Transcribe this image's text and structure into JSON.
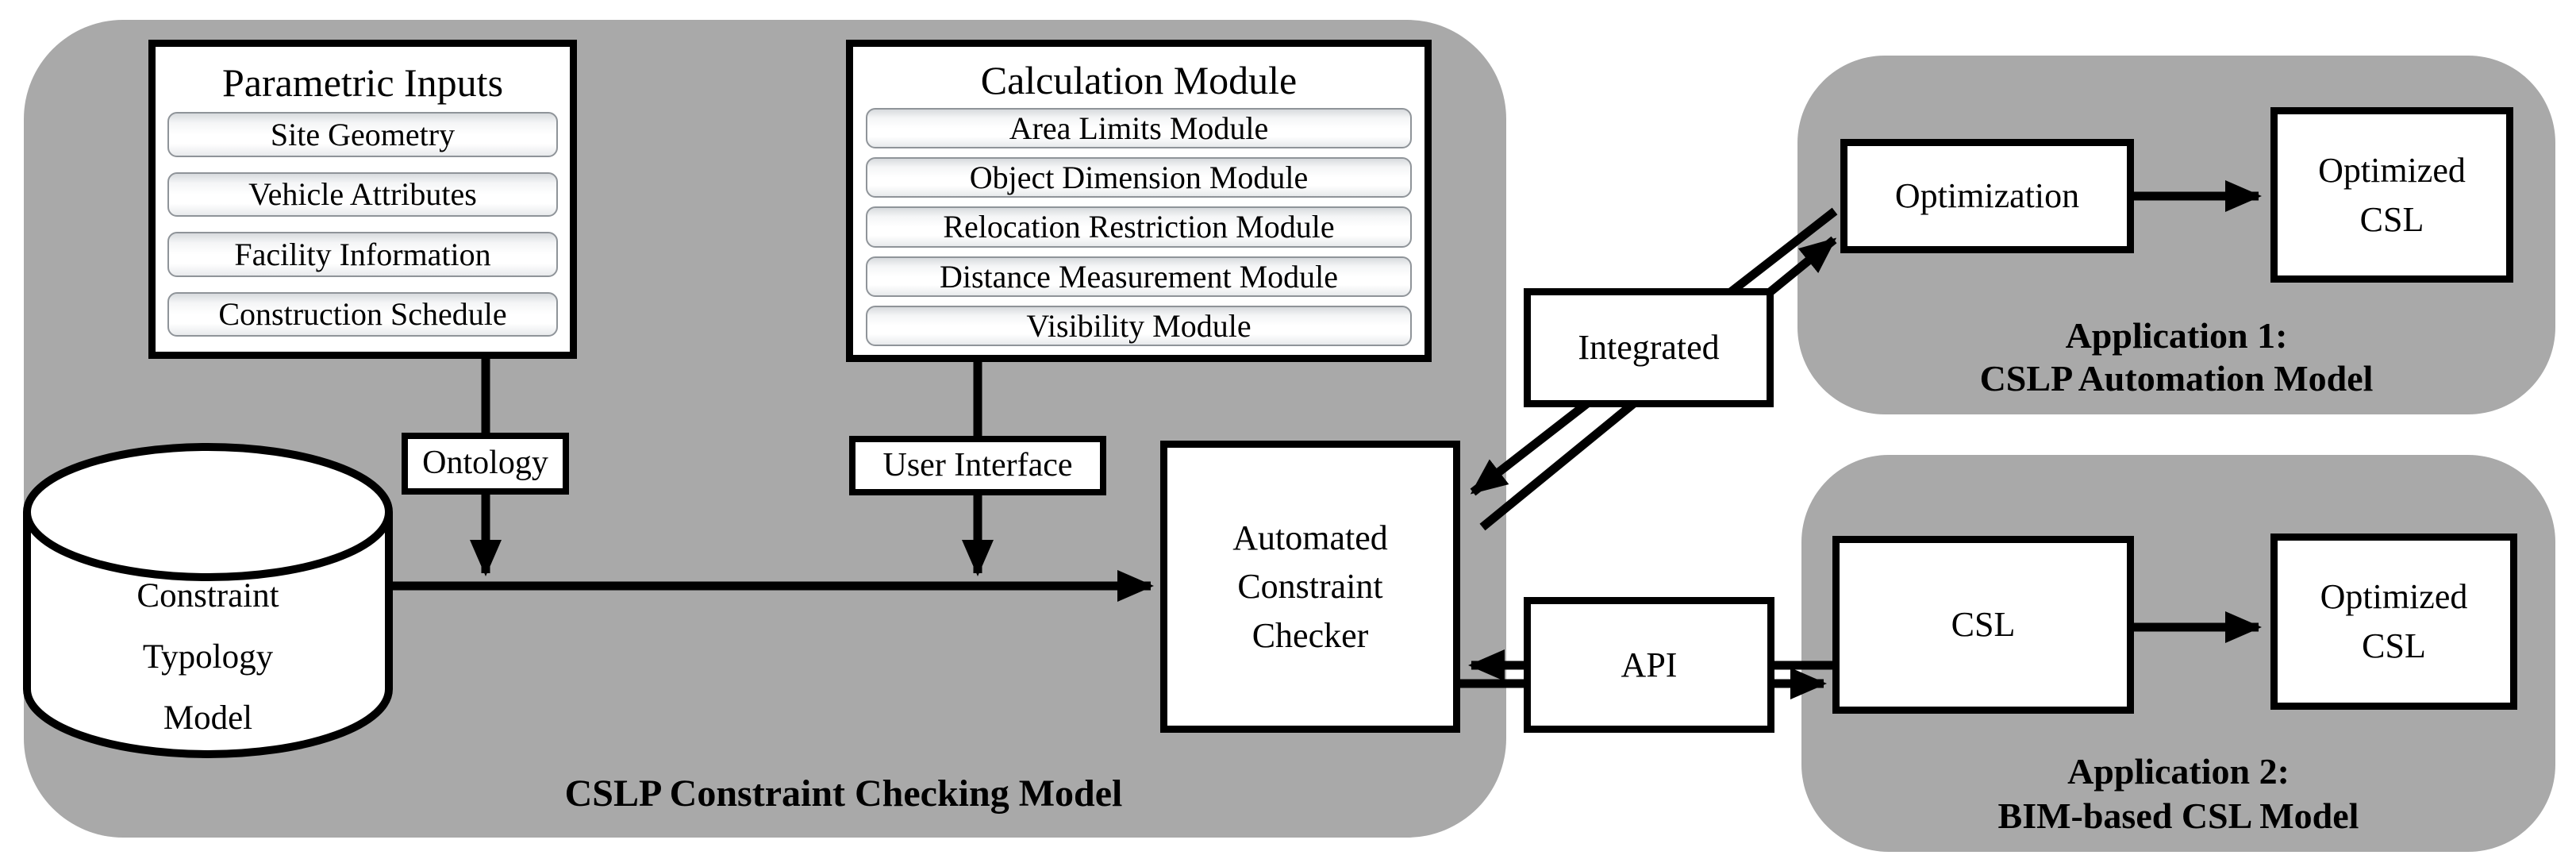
{
  "cslp": {
    "label": "CSLP Constraint Checking Model",
    "parametric": {
      "title": "Parametric Inputs",
      "items": [
        "Site Geometry",
        "Vehicle Attributes",
        "Facility Information",
        "Construction Schedule"
      ]
    },
    "calculation": {
      "title": "Calculation Module",
      "items": [
        "Area Limits Module",
        "Object Dimension Module",
        "Relocation Restriction Module",
        "Distance Measurement Module",
        "Visibility Module"
      ]
    },
    "ontology": "Ontology",
    "user_interface": "User Interface",
    "cylinder": {
      "line1": "Constraint",
      "line2": "Typology",
      "line3": "Model"
    },
    "acc": {
      "line1": "Automated",
      "line2": "Constraint",
      "line3": "Checker"
    }
  },
  "connectors": {
    "integrated": "Integrated",
    "api": "API"
  },
  "app1": {
    "optimization": "Optimization",
    "optimized_csl_line1": "Optimized",
    "optimized_csl_line2": "CSL",
    "label_line1": "Application 1:",
    "label_line2": "CSLP Automation Model"
  },
  "app2": {
    "csl": "CSL",
    "optimized_csl_line1": "Optimized",
    "optimized_csl_line2": "CSL",
    "label_line1": "Application 2:",
    "label_line2": "BIM-based CSL Model"
  },
  "colors": {
    "container_gray": "#a9a9a9",
    "box_fill": "#ffffff",
    "line_black": "#000000"
  }
}
